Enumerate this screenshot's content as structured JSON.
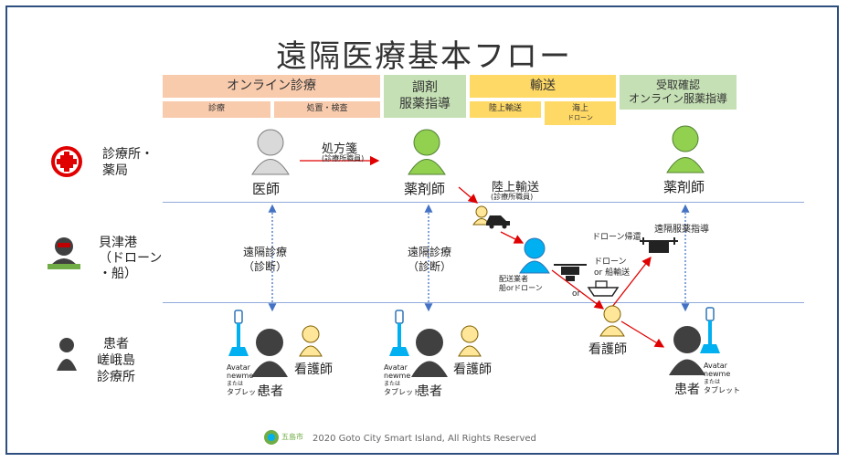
{
  "title": "遠隔医療基本フロー",
  "headers": {
    "online": "オンライン診療",
    "online_sub1": "診療",
    "online_sub2": "処置・検査",
    "dispense_l1": "調剤",
    "dispense_l2": "服薬指導",
    "transport": "輸送",
    "transport_sub1": "陸上輸送",
    "transport_sub2": "海上",
    "transport_sub2b": "ドローン",
    "receipt_l1": "受取確認",
    "receipt_l2": "オンライン服薬指導"
  },
  "rows": {
    "clinic_l1": "診療所・",
    "clinic_l2": "薬局",
    "port_l1": "貝津港",
    "port_l2": "（ドローン",
    "port_l3": "・船）",
    "patient_l1": "患者",
    "patient_l2": "嵯峨島",
    "patient_l3": "診療所"
  },
  "labels": {
    "doctor": "医師",
    "pharmacist1": "薬剤師",
    "pharmacist2": "薬剤師",
    "prescription": "処方箋",
    "prescription_sub": "(診療所職員)",
    "land_transport": "陸上輸送",
    "land_transport_sub": "(診療所職員)",
    "remote_dx1_l1": "遠隔診療",
    "remote_dx1_l2": "（診断）",
    "remote_dx2_l1": "遠隔診療",
    "remote_dx2_l2": "（診断）",
    "delivery_l1": "配送業者",
    "delivery_l2": "船orドローン",
    "or1": "or",
    "drone_return": "ドローン帰還",
    "drone_ship_l1": "ドローン",
    "drone_ship_l2": "or 船輸送",
    "remote_guidance": "遠隔服薬指導",
    "nurse_main": "看護師",
    "nurse1": "看護師",
    "nurse2": "看護師",
    "patient1": "患者",
    "patient2": "患者",
    "patient3": "患者",
    "avatar1_l1": "Avatar",
    "avatar1_l2": "newme",
    "avatar1_l3": "または",
    "avatar1_l4": "タブレット",
    "avatar2_l1": "Avatar",
    "avatar2_l2": "newme",
    "avatar2_l3": "または",
    "avatar2_l4": "タブレット",
    "avatar3_l1": "Avatar",
    "avatar3_l2": "newme",
    "avatar3_l3": "または",
    "avatar3_l4": "タブレット"
  },
  "footer": {
    "logo_text": "五島市",
    "copyright": "2020 Goto City Smart Island, All Rights Reserved"
  },
  "colors": {
    "orange": "#f8cbad",
    "green": "#c5e0b4",
    "yellow": "#ffd966",
    "figure_green": "#92d050",
    "figure_blue": "#00b0f0",
    "figure_yellow": "#ffe699",
    "figure_gray": "#d9d9d9",
    "dark": "#404040",
    "arrow_red": "#e00000",
    "dotted_blue": "#4472c4"
  }
}
